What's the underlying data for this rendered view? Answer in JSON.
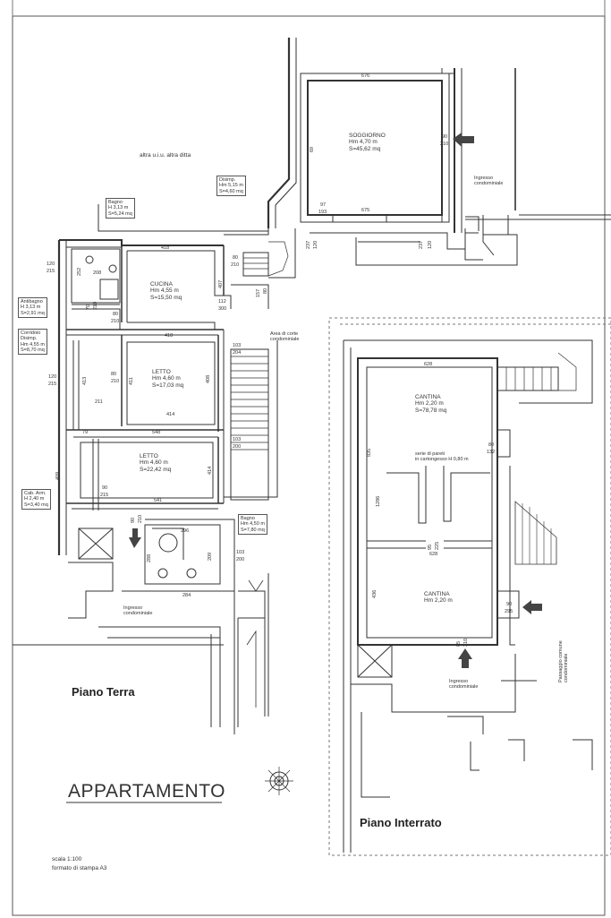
{
  "ground": {
    "title": "Piano Terra",
    "other": "altra u.i.u. altra ditta",
    "bath1": [
      "Bagno",
      "H 3,13 m",
      "S=5,24 mq"
    ],
    "disimp": [
      "Disimp.",
      "Hm 5,15 m",
      "S=4,60 mq"
    ],
    "living": [
      "SOGGIORNO",
      "Hm 4,70 m",
      "S=45,62 mq"
    ],
    "entrance_top": [
      "Ingresso",
      "condominiale"
    ],
    "kitchen": [
      "CUCINA",
      "Hm 4,55 m",
      "S=15,50 mq"
    ],
    "antibath": [
      "Antibagno",
      "H 3,13 m",
      "S=2,91 mq"
    ],
    "corridor": [
      "Corridoio",
      "Disimp.",
      "Hm 4,55 m",
      "S=8,70 mq"
    ],
    "bed1": [
      "LETTO",
      "Hm 4,60 m",
      "S=17,03 mq"
    ],
    "bed2": [
      "LETTO",
      "Hm 4,60 m",
      "S=22,42 mq"
    ],
    "wardrobe": [
      "Cab. Arm.",
      "H 2,40 m",
      "S=3,40 mq"
    ],
    "bath2": [
      "Bagno",
      "Hm 4,50 m",
      "S=7,80 mq"
    ],
    "courtyard": [
      "Area di corte",
      "condominiale"
    ],
    "entrance_bottom": [
      "Ingresso",
      "condominiale"
    ],
    "dims": {
      "d676": "676",
      "d675": "675",
      "d69": "69",
      "d97": "97",
      "d193": "193",
      "d90a": "90",
      "d210a": "210",
      "d418a": "418",
      "d208": "208",
      "d252": "252",
      "d120a": "120",
      "d215a": "215",
      "d80a": "80",
      "d210b": "210",
      "d407": "407",
      "d112": "112",
      "d300": "300",
      "d157": "157",
      "d80b": "80",
      "d237a": "237",
      "d120b": "120",
      "d237b": "237",
      "d120c": "120",
      "d70": "70",
      "d210c": "210",
      "d80c": "80",
      "d210d": "210",
      "d418b": "418",
      "d103a": "103",
      "d204": "204",
      "d413": "413",
      "d120d": "120",
      "d215b": "215",
      "d80d": "80",
      "d210e": "210",
      "d411": "411",
      "d211": "211",
      "d408": "408",
      "d414a": "414",
      "d79": "79",
      "d548": "548",
      "d103b": "103",
      "d200a": "200",
      "d409": "409",
      "d414b": "414",
      "d90b": "90",
      "d215c": "215",
      "d541": "541",
      "d90c": "90",
      "d210f": "210",
      "d296": "296",
      "d103c": "103",
      "d200b": "200",
      "d284": "284",
      "d288": "288",
      "d209": "209"
    }
  },
  "basement": {
    "title": "Piano Interrato",
    "cellar1": [
      "CANTINA",
      "Hm 2,20 m",
      "S=78,78 mq"
    ],
    "partitions": [
      "serie di pareti",
      "in cartongesso H 0,80 m"
    ],
    "cellar2": [
      "CANTINA",
      "Hm 2,20 m"
    ],
    "entrance": [
      "Ingresso",
      "condominiale"
    ],
    "passage": [
      "Passaggio comune",
      "condominiale"
    ],
    "dims": {
      "d628a": "628",
      "d835": "835",
      "d80": "80",
      "d132": "132",
      "d1286": "1286",
      "d95": "95",
      "d225": "225",
      "d628b": "628",
      "d436": "436",
      "d90": "90",
      "d295": "295",
      "d85": "85",
      "d210": "210"
    }
  },
  "heading": "APPARTAMENTO",
  "scale": "scala 1:100",
  "format": "formato di stampa A3"
}
